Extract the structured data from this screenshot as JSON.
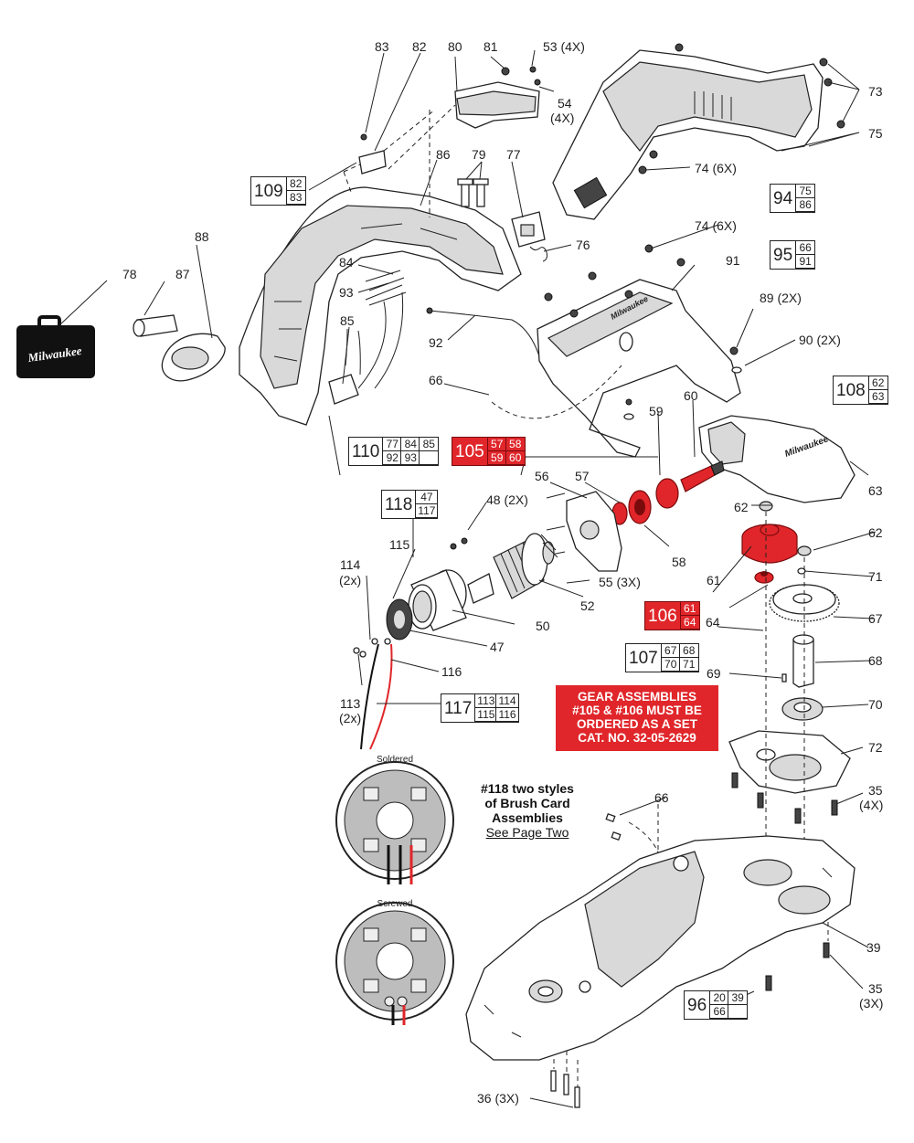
{
  "callouts": [
    {
      "text": "83"
    },
    {
      "text": "82"
    },
    {
      "text": "80"
    },
    {
      "text": "81"
    },
    {
      "text": "53 (4X)"
    },
    {
      "text": "54"
    },
    {
      "text": "(4X)"
    },
    {
      "text": "73"
    },
    {
      "text": "75"
    },
    {
      "text": "74 (6X)"
    },
    {
      "text": "86"
    },
    {
      "text": "79"
    },
    {
      "text": "77"
    },
    {
      "text": "76"
    },
    {
      "text": "74 (6X)"
    },
    {
      "text": "88"
    },
    {
      "text": "78"
    },
    {
      "text": "87"
    },
    {
      "text": "84"
    },
    {
      "text": "93"
    },
    {
      "text": "85"
    },
    {
      "text": "92"
    },
    {
      "text": "91"
    },
    {
      "text": "89 (2X)"
    },
    {
      "text": "90 (2X)"
    },
    {
      "text": "66"
    },
    {
      "text": "60"
    },
    {
      "text": "59"
    },
    {
      "text": "63"
    },
    {
      "text": "56"
    },
    {
      "text": "57"
    },
    {
      "text": "48 (2X)"
    },
    {
      "text": "58"
    },
    {
      "text": "62"
    },
    {
      "text": "62"
    },
    {
      "text": "61"
    },
    {
      "text": "71"
    },
    {
      "text": "115"
    },
    {
      "text": "114"
    },
    {
      "text": "(2x)"
    },
    {
      "text": "55 (3X)"
    },
    {
      "text": "52"
    },
    {
      "text": "64"
    },
    {
      "text": "67"
    },
    {
      "text": "50"
    },
    {
      "text": "47"
    },
    {
      "text": "68"
    },
    {
      "text": "116"
    },
    {
      "text": "69"
    },
    {
      "text": "113"
    },
    {
      "text": "(2x)"
    },
    {
      "text": "70"
    },
    {
      "text": "72"
    },
    {
      "text": "35"
    },
    {
      "text": "(4X)"
    },
    {
      "text": "66"
    },
    {
      "text": "39"
    },
    {
      "text": "35"
    },
    {
      "text": "(3X)"
    },
    {
      "text": "36 (3X)"
    }
  ],
  "kits": [
    {
      "id": "109",
      "parts": [
        "82",
        "83"
      ],
      "highlight": false
    },
    {
      "id": "94",
      "parts": [
        "75",
        "86"
      ],
      "highlight": false
    },
    {
      "id": "95",
      "parts": [
        "66",
        "91"
      ],
      "highlight": false
    },
    {
      "id": "108",
      "parts": [
        "62",
        "63"
      ],
      "highlight": false
    },
    {
      "id": "110",
      "parts": [
        "77",
        "84",
        "85",
        "92",
        "93",
        ""
      ],
      "highlight": false
    },
    {
      "id": "105",
      "parts": [
        "57",
        "58",
        "59",
        "60"
      ],
      "highlight": true
    },
    {
      "id": "118",
      "parts": [
        "47",
        "117"
      ],
      "highlight": false
    },
    {
      "id": "106",
      "parts": [
        "61",
        "64"
      ],
      "highlight": true
    },
    {
      "id": "107",
      "parts": [
        "67",
        "68",
        "70",
        "71"
      ],
      "highlight": false
    },
    {
      "id": "117",
      "parts": [
        "113",
        "114",
        "115",
        "116"
      ],
      "highlight": false
    },
    {
      "id": "96",
      "parts": [
        "20",
        "39",
        "66",
        ""
      ],
      "highlight": false
    }
  ],
  "notes": {
    "gear_assemblies": [
      "GEAR ASSEMBLIES",
      "#105 & #106 MUST BE",
      "ORDERED AS A SET",
      "CAT. NO. 32-05-2629"
    ],
    "brush_card": [
      "#118 two styles",
      "of Brush Card",
      "Assemblies"
    ],
    "brush_card_link": "See Page Two"
  },
  "brush_card_styles": {
    "soldered": "Soldered",
    "screwed": "Screwed"
  },
  "case_logo": "Milwaukee",
  "colors": {
    "highlight": "#e0262a",
    "line": "#222222",
    "part_fill": "#ffffff",
    "shade": "#d9d9d9"
  }
}
